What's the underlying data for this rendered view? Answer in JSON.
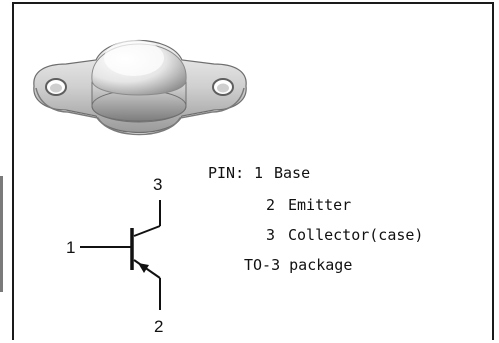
{
  "pin_table": {
    "header": "PIN:",
    "rows": [
      {
        "num": "1",
        "name": "Base"
      },
      {
        "num": "2",
        "name": "Emitter"
      },
      {
        "num": "3",
        "name": "Collector(case)"
      }
    ],
    "package": "TO-3 package"
  },
  "symbol_labels": {
    "collector": "3",
    "base": "1",
    "emitter": "2"
  },
  "colors": {
    "frame": "#1a1a1a",
    "metal_light": "#f4f4f4",
    "metal_dark": "#8c8c8c",
    "text": "#111111"
  },
  "icons": {
    "package_image": "to3-transistor-package",
    "schematic": "pnp-transistor-symbol"
  }
}
